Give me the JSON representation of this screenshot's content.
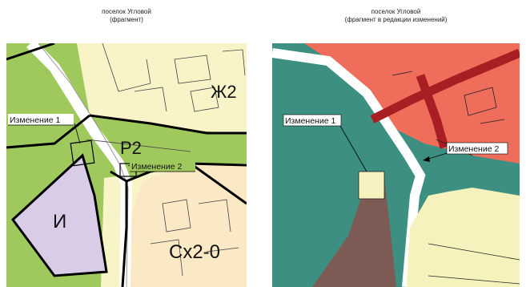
{
  "left_map": {
    "caption_line1": "поселок Угловой",
    "caption_line2": "(фрагмент)",
    "zones": {
      "zh2": "Ж2",
      "r2": "Р2",
      "i": "И",
      "sx2": "Сх2-0"
    },
    "callouts": {
      "change1": "Изменение 1",
      "change2": "Изменение 2"
    },
    "colors": {
      "green": "#9fc95c",
      "yellow": "#f8f4c8",
      "peach": "#fbe8c4",
      "lavender": "#d9cce6",
      "white": "#ffffff",
      "boundary": "#000000"
    }
  },
  "right_map": {
    "caption_line1": "поселок Угловой",
    "caption_line2": "(фрагмент в редакции изменений)",
    "callouts": {
      "change1": "Изменение 1",
      "change2": "Изменение 2"
    },
    "colors": {
      "teal": "#3d8f81",
      "salmon": "#ee6d5b",
      "darkred": "#a81e22",
      "lightyellow": "#f6f2bd",
      "brown": "#7e5a55",
      "white": "#ffffff"
    }
  }
}
